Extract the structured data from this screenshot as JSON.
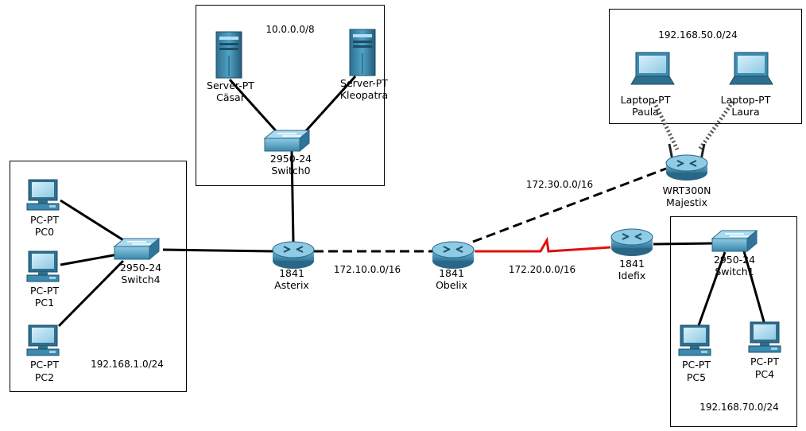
{
  "diagram": {
    "networks": {
      "servers": "10.0.0.0/8",
      "wireless": "192.168.50.0/24",
      "left_lan": "192.168.1.0/24",
      "right_lan": "192.168.70.0/24",
      "link_asterix_obelix": "172.10.0.0/16",
      "link_obelix_idefix": "172.20.0.0/16",
      "link_obelix_majestix": "172.30.0.0/16"
    },
    "devices": {
      "server_casar": {
        "model": "Server-PT",
        "name": "Cäsar"
      },
      "server_kleo": {
        "model": "Server-PT",
        "name": "Kleopatra"
      },
      "switch0": {
        "model": "2950-24",
        "name": "Switch0"
      },
      "laptop_paula": {
        "model": "Laptop-PT",
        "name": "Paula"
      },
      "laptop_laura": {
        "model": "Laptop-PT",
        "name": "Laura"
      },
      "wrt_majestix": {
        "model": "WRT300N",
        "name": "Majestix"
      },
      "pc0": {
        "model": "PC-PT",
        "name": "PC0"
      },
      "pc1": {
        "model": "PC-PT",
        "name": "PC1"
      },
      "pc2": {
        "model": "PC-PT",
        "name": "PC2"
      },
      "switch4": {
        "model": "2950-24",
        "name": "Switch4"
      },
      "router_asterix": {
        "model": "1841",
        "name": "Asterix"
      },
      "router_obelix": {
        "model": "1841",
        "name": "Obelix"
      },
      "router_idefix": {
        "model": "1841",
        "name": "Idefix"
      },
      "switch1": {
        "model": "2950-24",
        "name": "Switch1"
      },
      "pc5": {
        "model": "PC-PT",
        "name": "PC5"
      },
      "pc4": {
        "model": "PC-PT",
        "name": "PC4"
      }
    },
    "colors": {
      "line": "#000000",
      "serial_link": "#e01010",
      "device_blue": "#3c8bb0",
      "device_light": "#9fd0e8",
      "device_dark": "#1f5c7a"
    }
  }
}
